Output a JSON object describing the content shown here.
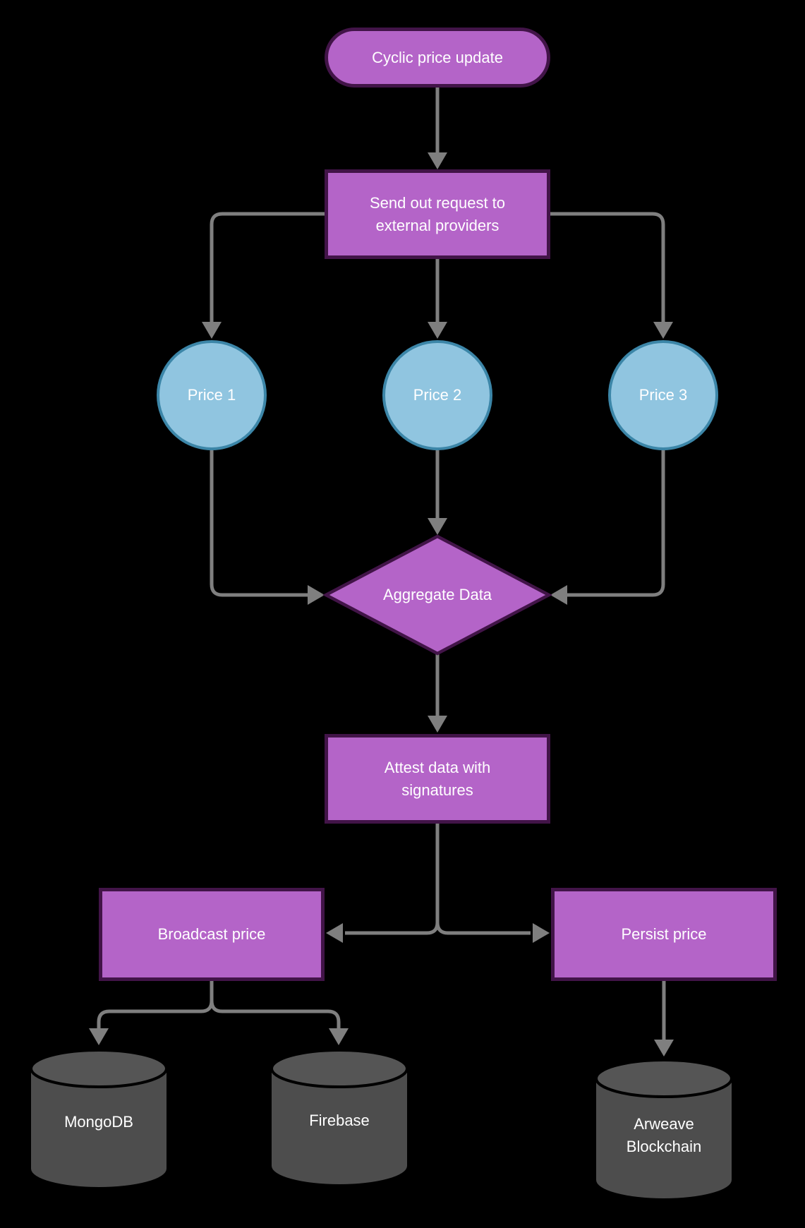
{
  "diagram": {
    "background": "#000000",
    "colors": {
      "background": "#000000",
      "node_fill": "#b464c8",
      "node_border": "#421448",
      "circle_fill": "#90c5e0",
      "circle_border": "#3c86a8",
      "connector": "#7f7f7f",
      "cylinder_fill": "#4d4d4d",
      "cylinder_top": "#555555",
      "text": "#ffffff"
    },
    "nodes": {
      "start": {
        "label": "Cyclic price update",
        "shape": "terminator"
      },
      "send_request": {
        "label": "Send out request to external providers",
        "shape": "process"
      },
      "price1": {
        "label": "Price 1",
        "shape": "circle"
      },
      "price2": {
        "label": "Price 2",
        "shape": "circle"
      },
      "price3": {
        "label": "Price 3",
        "shape": "circle"
      },
      "aggregate": {
        "label": "Aggregate Data",
        "shape": "decision"
      },
      "attest": {
        "label": "Attest data with signatures",
        "shape": "process"
      },
      "broadcast": {
        "label": "Broadcast price",
        "shape": "process"
      },
      "persist": {
        "label": "Persist price",
        "shape": "process"
      },
      "mongodb": {
        "label": "MongoDB",
        "shape": "database"
      },
      "firebase": {
        "label": "Firebase",
        "shape": "database"
      },
      "arweave": {
        "label": "Arweave Blockchain",
        "shape": "database"
      }
    },
    "edges": [
      {
        "from": "start",
        "to": "send_request"
      },
      {
        "from": "send_request",
        "to": "price1"
      },
      {
        "from": "send_request",
        "to": "price2"
      },
      {
        "from": "send_request",
        "to": "price3"
      },
      {
        "from": "price1",
        "to": "aggregate"
      },
      {
        "from": "price2",
        "to": "aggregate"
      },
      {
        "from": "price3",
        "to": "aggregate"
      },
      {
        "from": "aggregate",
        "to": "attest"
      },
      {
        "from": "attest",
        "to": "broadcast"
      },
      {
        "from": "attest",
        "to": "persist"
      },
      {
        "from": "broadcast",
        "to": "mongodb"
      },
      {
        "from": "broadcast",
        "to": "firebase"
      },
      {
        "from": "persist",
        "to": "arweave"
      }
    ]
  }
}
